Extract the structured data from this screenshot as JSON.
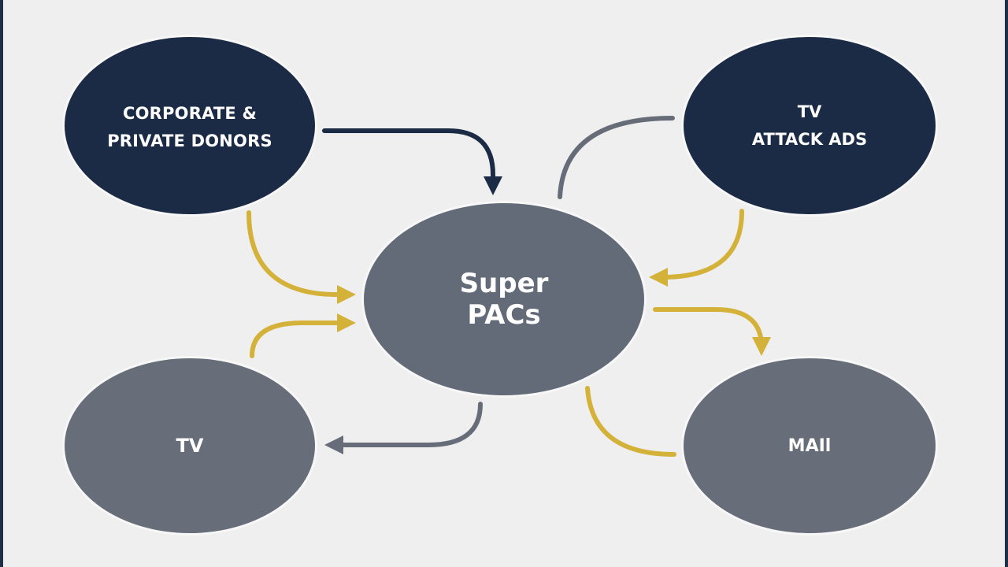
{
  "nodes": {
    "donors": {
      "line1": "CORPORATE &",
      "line2": "PRIVATE DONORS"
    },
    "attack_ads": {
      "line1": "TV",
      "line2": "ATTACK ADS"
    },
    "center": {
      "line1": "Super",
      "line2": "PACs"
    },
    "tv": {
      "label": "TV"
    },
    "mail": {
      "label": "MAIl"
    }
  },
  "colors": {
    "background": "#efefef",
    "navy": "#1c2b45",
    "gray": "#676e7a",
    "gold": "#d4b23a",
    "arrow_navy": "#1c2b45",
    "arrow_gray": "#666d78"
  }
}
